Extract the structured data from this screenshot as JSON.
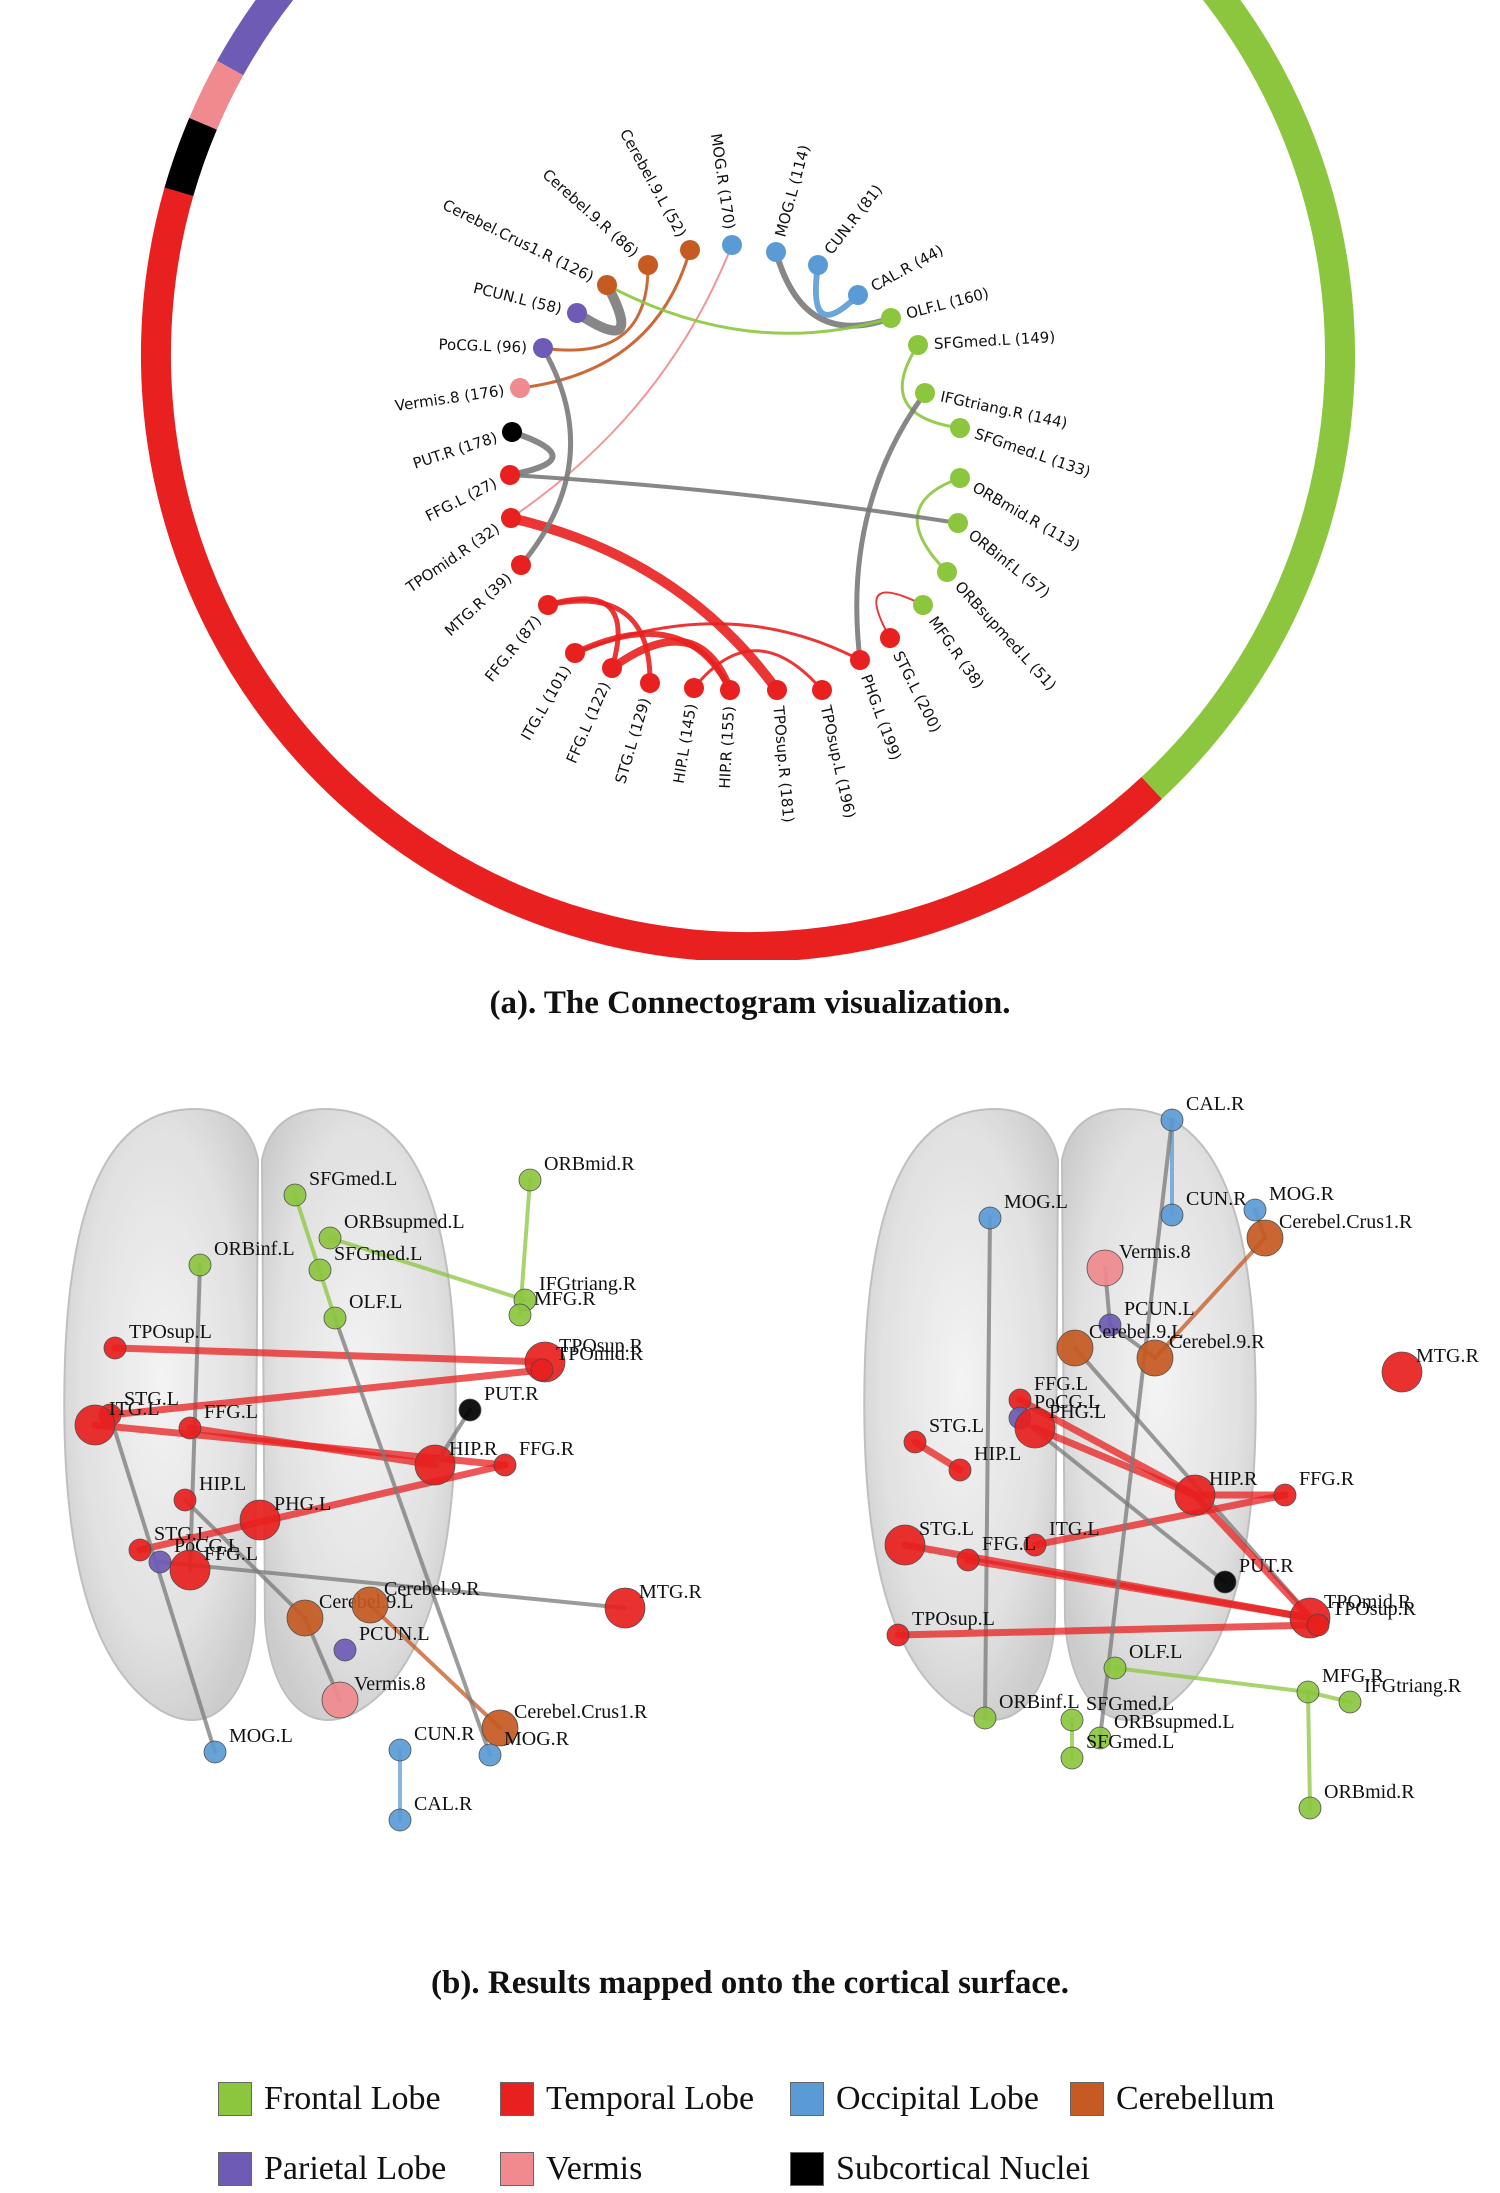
{
  "captions": {
    "a": "(a). The Connectogram visualization.",
    "b": "(b). Results mapped onto the cortical surface."
  },
  "colors": {
    "frontal": "#8cc63f",
    "temporal": "#e8201f",
    "occipital": "#5b9bd5",
    "cerebellum": "#c55a22",
    "parietal": "#6e5bb5",
    "vermis": "#f08a8e",
    "subcortical": "#000000",
    "gray": "#7a7a7a"
  },
  "legend": [
    {
      "label": "Frontal Lobe",
      "color": "#8cc63f"
    },
    {
      "label": "Temporal Lobe",
      "color": "#e8201f"
    },
    {
      "label": "Occipital Lobe",
      "color": "#5b9bd5"
    },
    {
      "label": "Cerebellum",
      "color": "#c55a22"
    },
    {
      "label": "Parietal Lobe",
      "color": "#6e5bb5"
    },
    {
      "label": "Vermis",
      "color": "#f08a8e"
    },
    {
      "label": "Subcortical Nuclei",
      "color": "#000000"
    }
  ],
  "nodes": [
    {
      "label": "Cerebel.Crus1.R (126)",
      "group": "cerebellum"
    },
    {
      "label": "Cerebel.9.R (86)",
      "group": "cerebellum"
    },
    {
      "label": "Cerebel.9.L (52)",
      "group": "cerebellum"
    },
    {
      "label": "MOG.R (170)",
      "group": "occipital"
    },
    {
      "label": "MOG.L (114)",
      "group": "occipital"
    },
    {
      "label": "CUN.R (81)",
      "group": "occipital"
    },
    {
      "label": "CAL.R (44)",
      "group": "occipital"
    },
    {
      "label": "OLF.L (160)",
      "group": "frontal"
    },
    {
      "label": "SFGmed.L (149)",
      "group": "frontal"
    },
    {
      "label": "IFGtriang.R (144)",
      "group": "frontal"
    },
    {
      "label": "SFGmed.L (133)",
      "group": "frontal"
    },
    {
      "label": "ORBmid.R (113)",
      "group": "frontal"
    },
    {
      "label": "ORBinf.L (57)",
      "group": "frontal"
    },
    {
      "label": "ORBsupmed.L (51)",
      "group": "frontal"
    },
    {
      "label": "MFG.R (38)",
      "group": "frontal"
    },
    {
      "label": "STG.L (200)",
      "group": "temporal"
    },
    {
      "label": "PHG.L (199)",
      "group": "temporal"
    },
    {
      "label": "TPOsup.L (196)",
      "group": "temporal"
    },
    {
      "label": "TPOsup.R (181)",
      "group": "temporal"
    },
    {
      "label": "HIP.R (155)",
      "group": "temporal"
    },
    {
      "label": "HIP.L (145)",
      "group": "temporal"
    },
    {
      "label": "STG.L (129)",
      "group": "temporal"
    },
    {
      "label": "FFG.L (122)",
      "group": "temporal"
    },
    {
      "label": "ITG.L (101)",
      "group": "temporal"
    },
    {
      "label": "FFG.R (87)",
      "group": "temporal"
    },
    {
      "label": "MTG.R (39)",
      "group": "temporal"
    },
    {
      "label": "TPOmid.R (32)",
      "group": "temporal"
    },
    {
      "label": "FFG.L (27)",
      "group": "temporal"
    },
    {
      "label": "PUT.R (178)",
      "group": "subcortical"
    },
    {
      "label": "Vermis.8 (176)",
      "group": "vermis"
    },
    {
      "label": "PoCG.L (96)",
      "group": "parietal"
    },
    {
      "label": "PCUN.L (58)",
      "group": "parietal"
    }
  ],
  "brain_left_labels": [
    "SFGmed.L",
    "ORBsupmed.L",
    "ORBinf.L",
    "SFGmed.L",
    "ORBmid.R",
    "IFGtriang.R",
    "MFG.R",
    "OLF.L",
    "TPOsup.L",
    "TPOsup.R",
    "TPOmid.R",
    "STG.L",
    "ITG.L",
    "FFG.L",
    "PUT.R",
    "HIP.R",
    "FFG.R",
    "HIP.L",
    "PHG.L",
    "STG.L",
    "PoCG.L",
    "FFG.L",
    "Cerebel.9.L",
    "Cerebel.9.R",
    "MTG.R",
    "PCUN.L",
    "Vermis.8",
    "Cerebel.Crus1.R",
    "MOG.L",
    "CUN.R",
    "MOG.R",
    "CAL.R"
  ],
  "brain_right_labels": [
    "CAL.R",
    "MOG.L",
    "CUN.R",
    "MOG.R",
    "Cerebel.Crus1.R",
    "Vermis.8",
    "PCUN.L",
    "Cerebel.9.L",
    "Cerebel.9.R",
    "MTG.R",
    "FFG.L",
    "PoCG.L",
    "PHG.L",
    "STG.L",
    "HIP.L",
    "HIP.R",
    "FFG.R",
    "ITG.L",
    "STG.L",
    "FFG.L",
    "PUT.R",
    "TPOmid.R",
    "TPOsup.L",
    "TPOsup.R",
    "OLF.L",
    "MFG.R",
    "IFGtriang.R",
    "ORBinf.L",
    "SFGmed.L",
    "ORBsupmed.L",
    "SFGmed.L",
    "ORBmid.R"
  ]
}
